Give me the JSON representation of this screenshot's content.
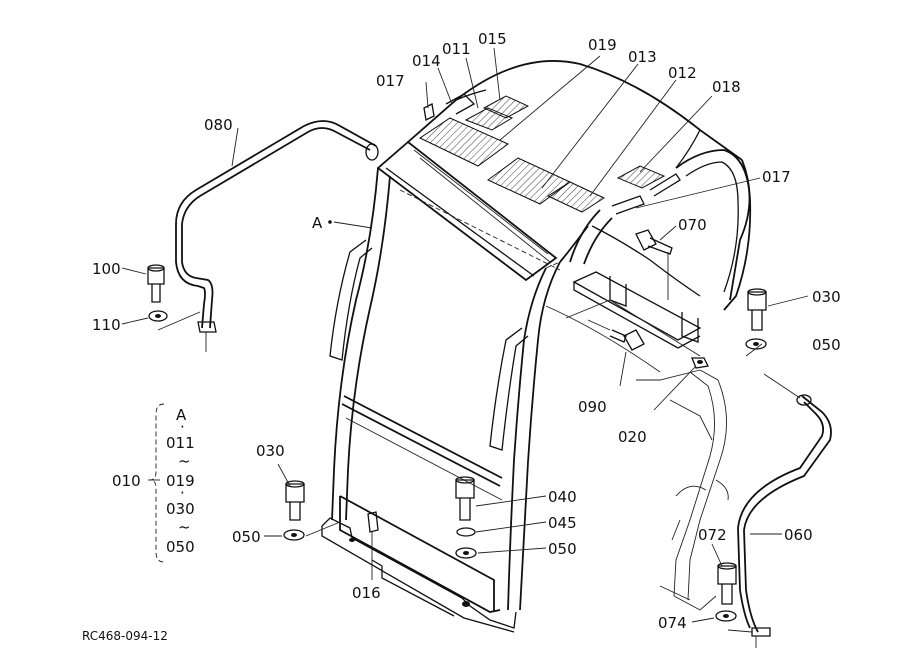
{
  "drawing_id": "RC468-094-12",
  "callouts": {
    "p011": "011",
    "p012": "012",
    "p013": "013",
    "p014": "014",
    "p015": "015",
    "p016": "016",
    "p017a": "017",
    "p017b": "017",
    "p018": "018",
    "p019": "019",
    "p020": "020",
    "p030a": "030",
    "p030b": "030",
    "p040": "040",
    "p045": "045",
    "p050a": "050",
    "p050b": "050",
    "p050c": "050",
    "p060": "060",
    "p070": "070",
    "p072": "072",
    "p074": "074",
    "p080": "080",
    "p090": "090",
    "p100": "100",
    "p110": "110",
    "refA": "A"
  },
  "assembly_bracket": {
    "label": "010",
    "lines": [
      "A",
      "·",
      "011",
      "~",
      "019",
      "·",
      "030",
      "~",
      "050"
    ]
  }
}
